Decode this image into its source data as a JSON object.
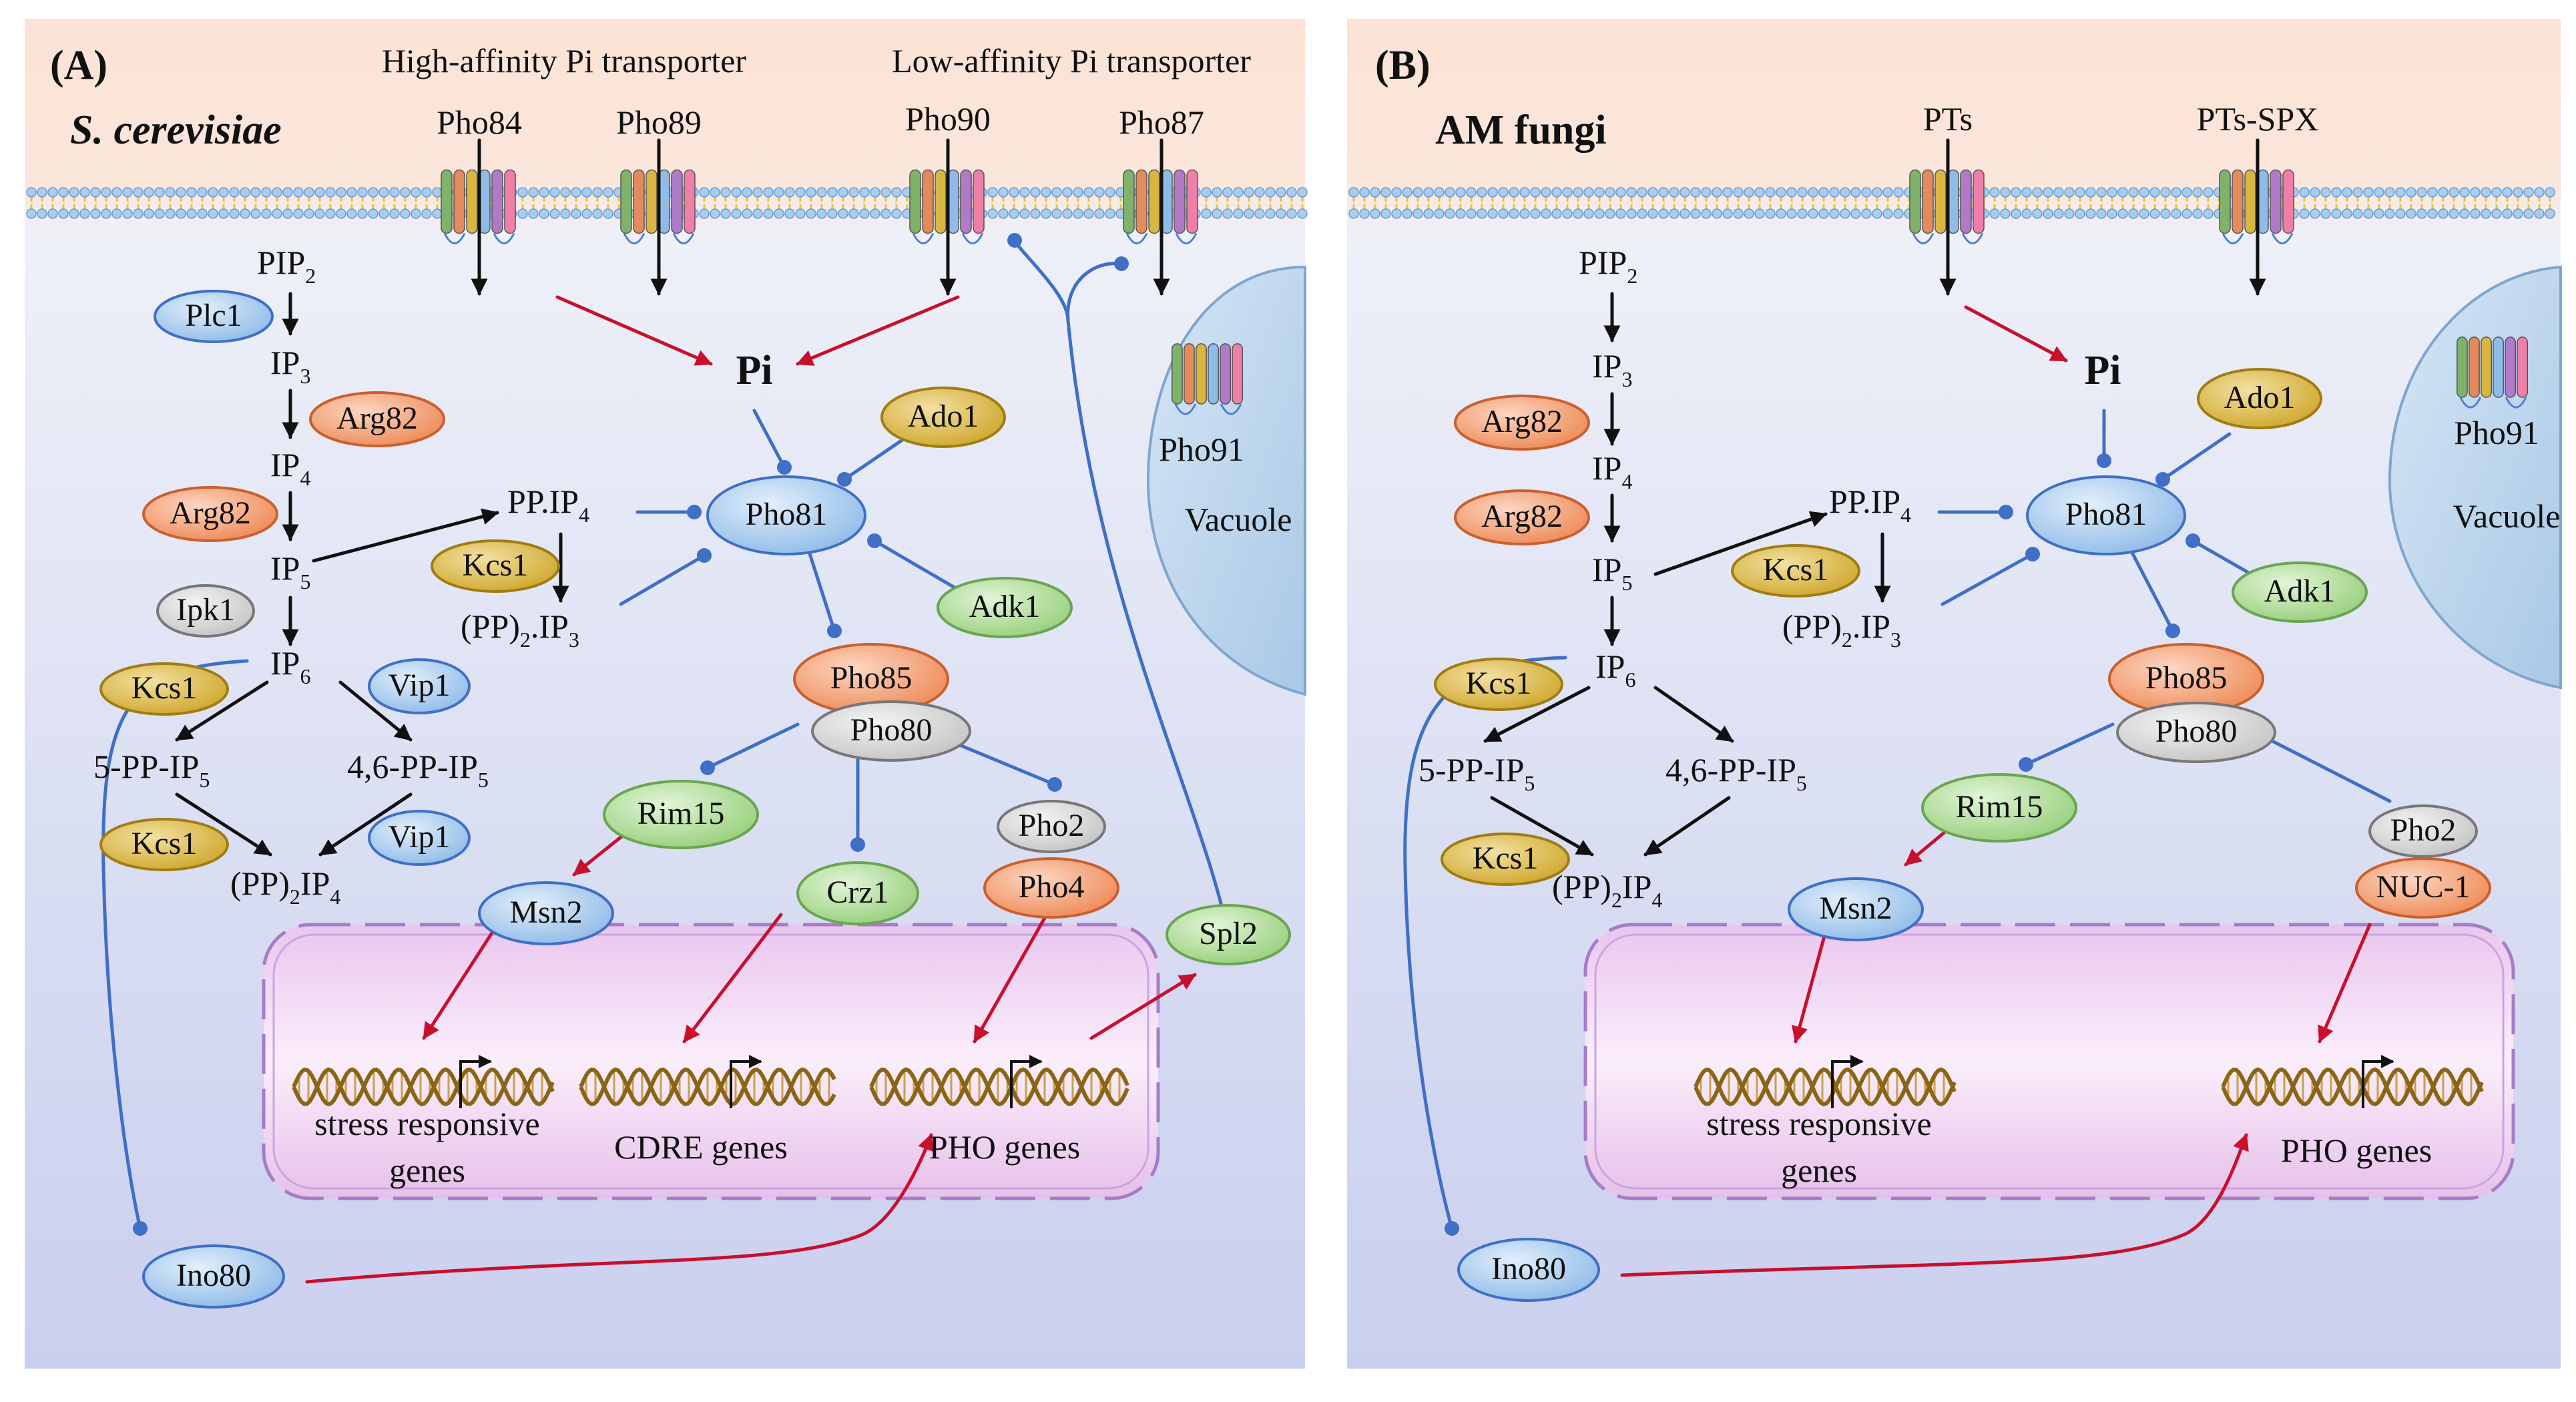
{
  "colors": {
    "activation_arrow": "#c8102e",
    "inhibition_link": "#3f6fc6",
    "conversion_arrow": "#111111",
    "membrane": "#f2d23a",
    "nucleus": "#e7c3ea",
    "protein_blue": "#9cc4ec",
    "protein_orange": "#f29b6e",
    "protein_gold": "#d9b642",
    "protein_green": "#a8d98c",
    "protein_gray": "#d9d9d9"
  },
  "panel_a": {
    "panel_label": "(A)",
    "organism": "S. cerevisiae",
    "transporter_groups": {
      "high_affinity": "High-affinity Pi transporter",
      "low_affinity": "Low-affinity Pi transporter"
    },
    "transporters": {
      "pho84": "Pho84",
      "pho89": "Pho89",
      "pho90": "Pho90",
      "pho87": "Pho87",
      "pho91": "Pho91"
    },
    "vacuole": "Vacuole",
    "pi": "Pi",
    "metabolites": {
      "pip2": {
        "base": "PIP",
        "sub": "2"
      },
      "ip3": {
        "base": "IP",
        "sub": "3"
      },
      "ip4": {
        "base": "IP",
        "sub": "4"
      },
      "ip5": {
        "base": "IP",
        "sub": "5"
      },
      "ip6": {
        "base": "IP",
        "sub": "6"
      },
      "pp_ip4": {
        "base": "PP.IP",
        "sub": "4"
      },
      "pp2_ip3": {
        "pre": "(PP)",
        "sub1": "2",
        "mid": ".IP",
        "sub2": "3"
      },
      "pp_ip5_5": {
        "base": "5-PP-IP",
        "sub": "5"
      },
      "pp_ip5_46": {
        "base": "4,6-PP-IP",
        "sub": "5"
      },
      "pp2_ip4": {
        "pre": "(PP)",
        "sub1": "2",
        "mid": "IP",
        "sub2": "4"
      }
    },
    "proteins": {
      "plc1": "Plc1",
      "arg82_a": "Arg82",
      "arg82_b": "Arg82",
      "ipk1": "Ipk1",
      "kcs1_a": "Kcs1",
      "kcs1_b": "Kcs1",
      "kcs1_c": "Kcs1",
      "vip1_a": "Vip1",
      "vip1_b": "Vip1",
      "pho81": "Pho81",
      "ado1": "Ado1",
      "adk1": "Adk1",
      "pho85": "Pho85",
      "pho80": "Pho80",
      "rim15": "Rim15",
      "msn2": "Msn2",
      "crz1": "Crz1",
      "pho2": "Pho2",
      "pho4": "Pho4",
      "spl2": "Spl2",
      "ino80": "Ino80"
    },
    "genes": {
      "stress": "stress responsive",
      "stress_line2": "genes",
      "cdre": "CDRE genes",
      "pho": "PHO genes"
    }
  },
  "panel_b": {
    "panel_label": "(B)",
    "organism": "AM fungi",
    "transporters": {
      "pts": "PTs",
      "pts_spx": "PTs-SPX",
      "pho91": "Pho91"
    },
    "vacuole": "Vacuole",
    "pi": "Pi",
    "metabolites": {
      "pip2": {
        "base": "PIP",
        "sub": "2"
      },
      "ip3": {
        "base": "IP",
        "sub": "3"
      },
      "ip4": {
        "base": "IP",
        "sub": "4"
      },
      "ip5": {
        "base": "IP",
        "sub": "5"
      },
      "ip6": {
        "base": "IP",
        "sub": "6"
      },
      "pp_ip4": {
        "base": "PP.IP",
        "sub": "4"
      },
      "pp2_ip3": {
        "pre": "(PP)",
        "sub1": "2",
        "mid": ".IP",
        "sub2": "3"
      },
      "pp_ip5_5": {
        "base": "5-PP-IP",
        "sub": "5"
      },
      "pp_ip5_46": {
        "base": "4,6-PP-IP",
        "sub": "5"
      },
      "pp2_ip4": {
        "pre": "(PP)",
        "sub1": "2",
        "mid": "IP",
        "sub2": "4"
      }
    },
    "proteins": {
      "arg82_a": "Arg82",
      "arg82_b": "Arg82",
      "kcs1_a": "Kcs1",
      "kcs1_b": "Kcs1",
      "kcs1_c": "Kcs1",
      "pho81": "Pho81",
      "ado1": "Ado1",
      "adk1": "Adk1",
      "pho85": "Pho85",
      "pho80": "Pho80",
      "rim15": "Rim15",
      "msn2": "Msn2",
      "pho2": "Pho2",
      "nuc1": "NUC-1",
      "ino80": "Ino80"
    },
    "genes": {
      "stress": "stress responsive",
      "stress_line2": "genes",
      "pho": "PHO genes"
    }
  }
}
